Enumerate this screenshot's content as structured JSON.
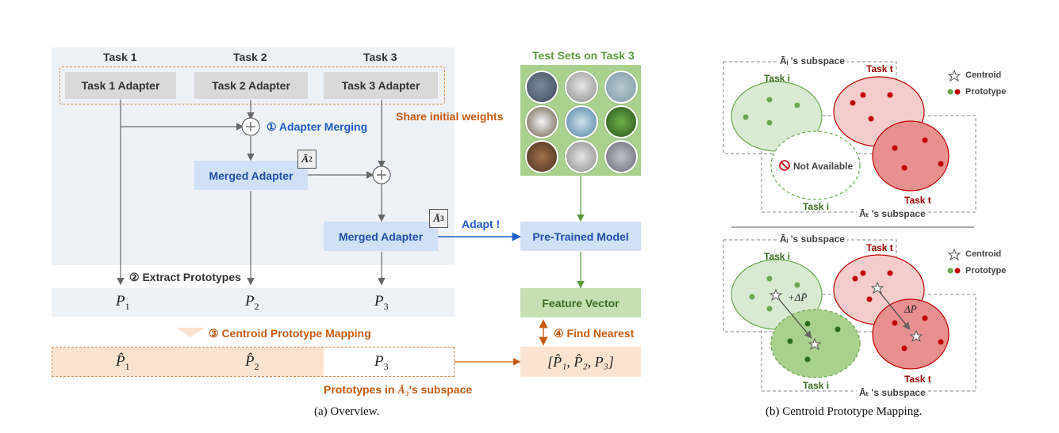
{
  "overview": {
    "tasks": [
      "Task 1",
      "Task 2",
      "Task 3"
    ],
    "adapters": [
      "Task 1 Adapter",
      "Task 2 Adapter",
      "Task 3 Adapter"
    ],
    "adapter_merging": "① Adapter Merging",
    "share_initial_weights": "Share initial weights",
    "merged_adapter": "Merged Adapter",
    "badge_a2": "Ā",
    "badge_a2_sub": "2",
    "badge_a3": "Ā",
    "badge_a3_sub": "3",
    "adapt": "Adapt !",
    "test_sets": "Test Sets on Task 3",
    "pretrained_model": "Pre-Trained Model",
    "feature_vector": "Feature Vector",
    "extract_prototypes": "② Extract Prototypes",
    "centroid_prototype_mapping": "③ Centroid Prototype Mapping",
    "find_nearest": "④ Find Nearest",
    "prototypes": [
      "P",
      "P",
      "P"
    ],
    "prototype_subs": [
      "1",
      "2",
      "3"
    ],
    "mapped_prototypes": [
      "P̂",
      "P̂",
      "P"
    ],
    "result_vector": "[P̂₁, P̂₂, P₃]",
    "prototypes_in_subspace_prefix": "Prototypes in",
    "prototypes_in_subspace_sym": "Ā₃",
    "prototypes_in_subspace_suffix": "'s subspace",
    "caption": "(a) Overview."
  },
  "mapping": {
    "subspace_i": "Āᵢ 's subspace",
    "subspace_t": "Āₜ 's subspace",
    "task_i": "Task i",
    "task_t": "Task t",
    "centroid": "Centroid",
    "prototype": "Prototype",
    "not_available": "Not Available",
    "plus_delta": "+ΔP̄",
    "delta": "ΔP̄",
    "caption": "(b) Centroid Prototype Mapping."
  },
  "colors": {
    "orange": "#c55a11",
    "blue": "#1f5bc4",
    "green": "#5b9a3a",
    "red": "#c00000",
    "panel_bg": "#eef1f6"
  }
}
